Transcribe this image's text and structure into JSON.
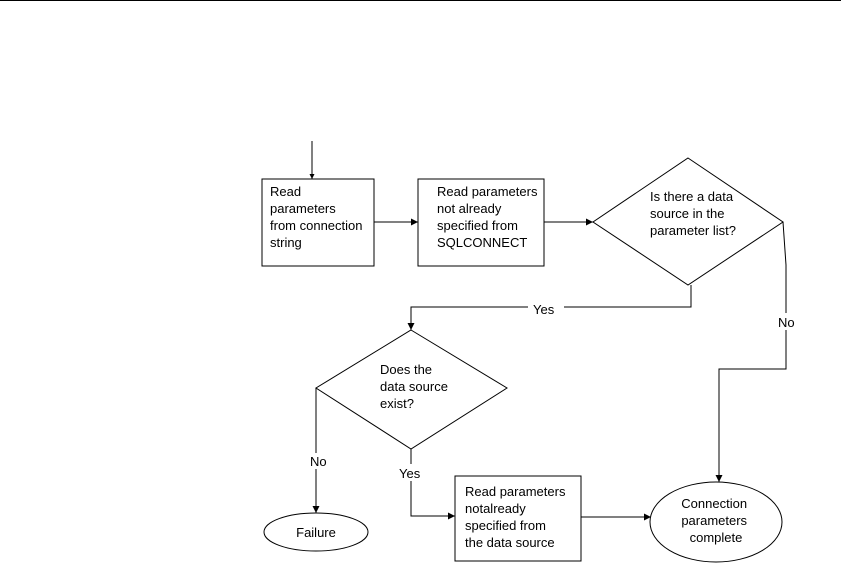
{
  "flowchart": {
    "nodes": {
      "read_connection_string": {
        "lines": [
          "Read",
          "parameters",
          "from connection",
          "string"
        ]
      },
      "read_sqlconnect": {
        "lines": [
          "Read parameters",
          "not already",
          "specified from",
          "SQLCONNECT"
        ]
      },
      "decision_data_source_in_list": {
        "lines": [
          "Is there a data",
          "source in the",
          "parameter list?"
        ]
      },
      "decision_data_source_exists": {
        "lines": [
          "Does the",
          "data source",
          "exist?"
        ]
      },
      "failure": {
        "lines": [
          "Failure"
        ]
      },
      "read_data_source": {
        "lines": [
          "Read parameters",
          "notalready",
          "specified from",
          "the data source"
        ]
      },
      "connection_complete": {
        "lines": [
          "Connection",
          "parameters",
          "complete"
        ]
      }
    },
    "edge_labels": {
      "yes_to_exists": "Yes",
      "no_to_complete": "No",
      "no_to_failure": "No",
      "yes_to_read_data_source": "Yes"
    }
  }
}
